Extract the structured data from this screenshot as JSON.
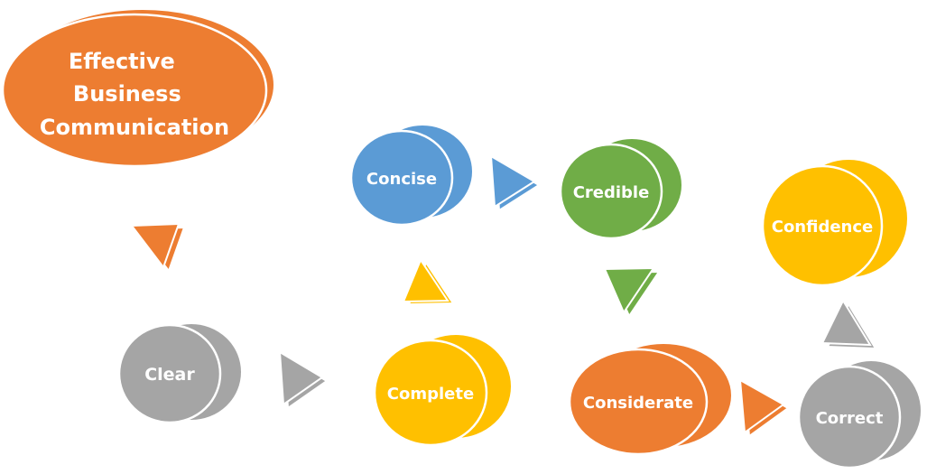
{
  "title": {
    "line1": "Effective",
    "line2": "Business",
    "line3": "Communication"
  },
  "nodes": {
    "clear": "Clear",
    "complete": "Complete",
    "concise": "Concise",
    "credible": "Credible",
    "considerate": "Considerate",
    "correct": "Correct",
    "confidence": "Confidence"
  },
  "colors": {
    "orange": "#ED7D31",
    "gray": "#A5A5A5",
    "yellow": "#FFC000",
    "blue": "#5B9BD5",
    "green": "#70AD47"
  }
}
